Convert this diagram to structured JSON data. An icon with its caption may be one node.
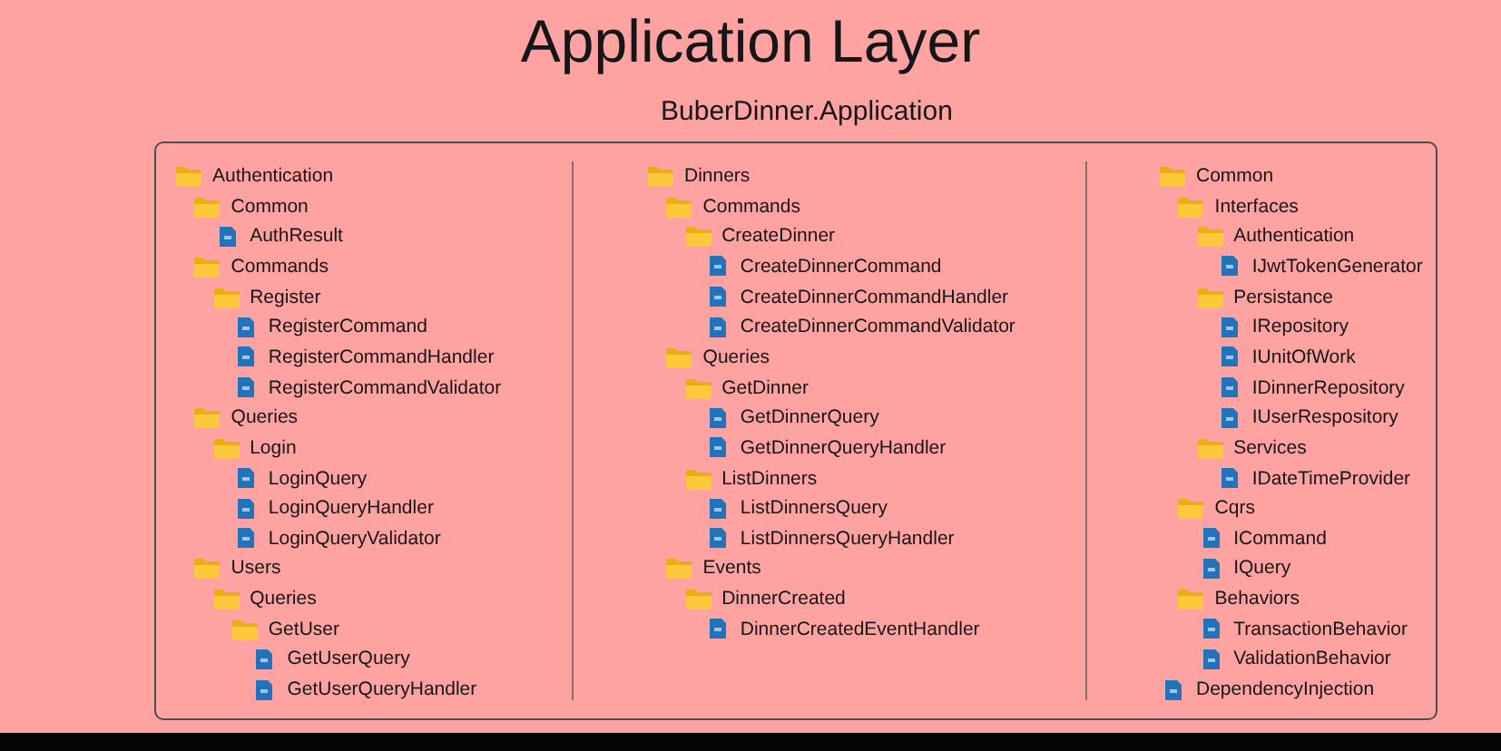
{
  "diagram": {
    "title": "Application Layer",
    "nodes": [
      {
        "text": [
          "Authentication",
          "Common",
          "AuthResult",
          "Commands",
          "Register",
          "RegisterCommand",
          "RegisterCommandHandler",
          "RegisterCommandValidator",
          "Queries",
          "Login",
          "LoginQuery",
          "LoginQueryHandler",
          "LoginQueryValidator",
          "Users",
          "Queries",
          "GetUser",
          "GetUserQuery",
          "GetUserQueryHandler",
          "Dinners",
          "Commands",
          "CreateDinner",
          "CreateDinnerCommand",
          "CreateDinnerCommandHandler",
          "CreateDinnerCommandValidator",
          "Queries",
          "GetDinner",
          "GetDinnerQuery",
          "GetDinnerQueryHandler",
          "ListDinners",
          "ListDinnersQuery",
          "ListDinnersQueryHandler",
          "Events",
          "DinnerCreated",
          "DinnerCreatedEventHandler",
          "Common",
          "Interfaces",
          "Authentication",
          "IJwtTokenGenerator",
          "Persistance",
          "IRepository",
          "IUnitOfWork",
          "IDinnerRepository",
          "IUserRespository",
          "Services",
          "IDateTimeProvider",
          "Cqrs",
          "ICommand",
          "IQuery",
          "Behaviors",
          "TransactionBehavior",
          "ValidationBehavior",
          "DependencyInjection"
        ]
      }
    ],
    "labels": [
      "BuberDinner.Application"
    ]
  }
}
